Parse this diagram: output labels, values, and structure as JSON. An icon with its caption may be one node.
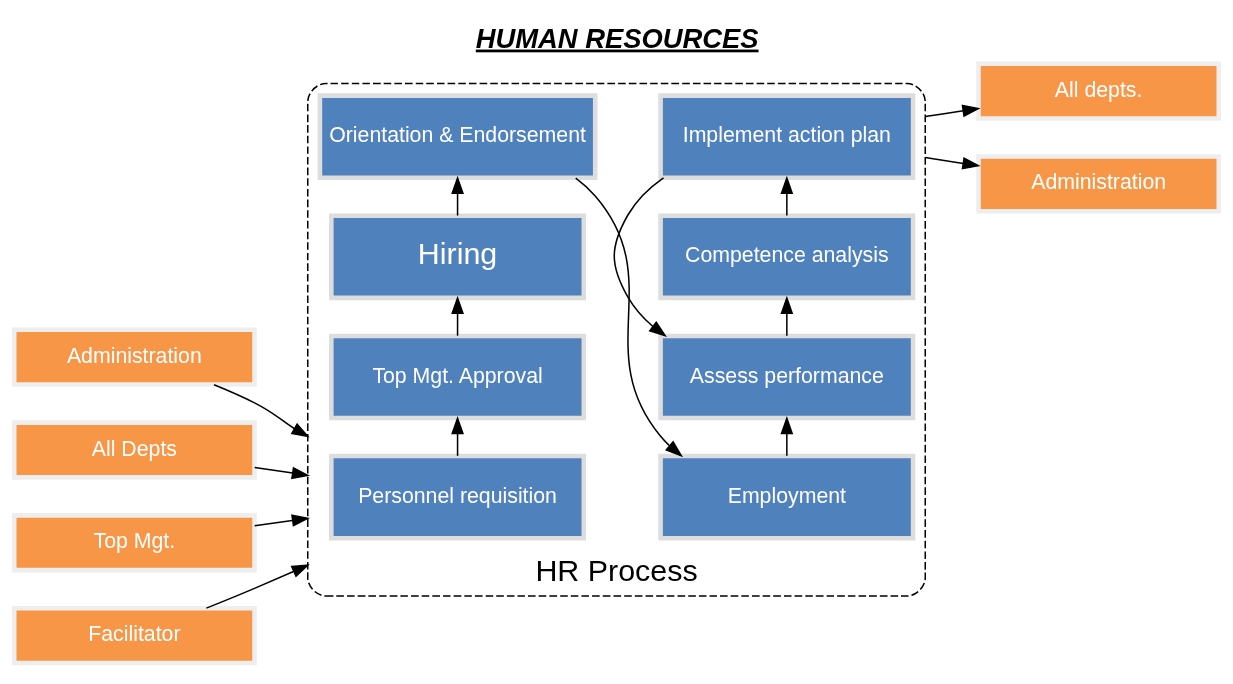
{
  "diagram": {
    "title": "HUMAN RESOURCES",
    "nodes": [
      {
        "text": [
          "HR Process"
        ]
      },
      {
        "text": [
          "Personnel requisition"
        ],
        "in": 0
      },
      {
        "text": [
          "Top Mgt. Approval"
        ],
        "in": 0
      },
      {
        "text": [
          "Hiring"
        ],
        "in": 0
      },
      {
        "text": [
          "Orientation & Endorsement"
        ],
        "in": 0
      },
      {
        "text": [
          "Employment"
        ],
        "in": 0
      },
      {
        "text": [
          "Assess performance"
        ],
        "in": 0
      },
      {
        "text": [
          "Competence analysis"
        ],
        "in": 0
      },
      {
        "text": [
          "Implement action plan"
        ],
        "in": 0
      },
      {
        "text": [
          "Administration"
        ]
      },
      {
        "text": [
          "All Depts"
        ]
      },
      {
        "text": [
          "Top Mgt."
        ]
      },
      {
        "text": [
          "Facilitator"
        ]
      },
      {
        "text": [
          "All depts."
        ]
      },
      {
        "text": [
          "Administration"
        ]
      }
    ],
    "edges": [
      {
        "from": 9,
        "to": 0,
        "arrow": "to"
      },
      {
        "from": 10,
        "to": 0,
        "arrow": "to"
      },
      {
        "from": 11,
        "to": 0,
        "arrow": "to"
      },
      {
        "from": 12,
        "to": 0,
        "arrow": "to"
      },
      {
        "from": 1,
        "to": 2,
        "arrow": "to"
      },
      {
        "from": 2,
        "to": 3,
        "arrow": "to"
      },
      {
        "from": 3,
        "to": 4,
        "arrow": "to"
      },
      {
        "from": 4,
        "to": 5,
        "arrow": "to"
      },
      {
        "from": 5,
        "to": 6,
        "arrow": "to"
      },
      {
        "from": 6,
        "to": 7,
        "arrow": "to"
      },
      {
        "from": 7,
        "to": 8,
        "arrow": "to"
      },
      {
        "from": 8,
        "to": 6,
        "arrow": "to"
      },
      {
        "from": 0,
        "to": 13,
        "arrow": "to"
      },
      {
        "from": 0,
        "to": 14,
        "arrow": "to"
      }
    ]
  }
}
